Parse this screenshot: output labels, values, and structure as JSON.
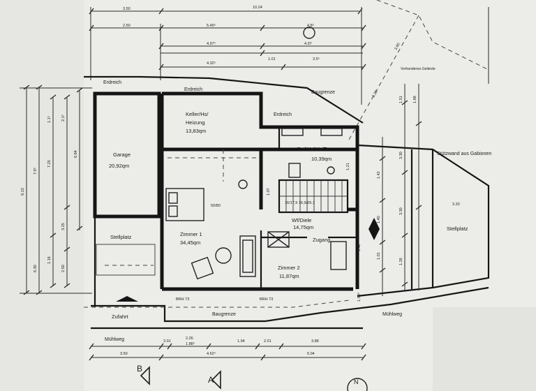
{
  "dimensions": {
    "top": [
      "3.50",
      "10.24",
      "2.50",
      "5.49⁵",
      "4.8⁵",
      "4.97⁵",
      "4.97",
      "1.01",
      "3.5⁵",
      "4.32⁵"
    ],
    "left": [
      "1.1⁵",
      "2.1⁵",
      "7.25",
      "1.16",
      "3.25",
      "2.50",
      "8.13",
      "6.30",
      "7.9⁵",
      "6.84"
    ],
    "bottom": [
      "2.01",
      "2.26",
      "1.88⁵",
      "1.94",
      "2.01",
      "3.88",
      "3.50",
      "4.62⁵",
      "5.04"
    ],
    "right": [
      "1.51",
      "1.88",
      "3.30",
      "3.30",
      "1.26",
      "1.42",
      "1.40",
      "1.01",
      "1.50⁵"
    ],
    "misc": [
      "3.90",
      "3.20",
      "3.20",
      "1.21",
      "1.42",
      "1.07",
      "50/80"
    ]
  },
  "rooms": {
    "garage_name": "Garage",
    "garage_area": "20,92qm",
    "keller_name": "Keller/Hs/",
    "keller_name2": "Heizung",
    "keller_area": "13,83qm",
    "du_name": "Du/Wc/Wa/Tr",
    "du_area": "10,39qm",
    "zimmer1_name": "Zimmer 1",
    "zimmer1_area": "34,45qm",
    "zimmer2_name": "Zimmer 2",
    "zimmer2_area": "11,87qm",
    "diele_name": "Wf/Diele",
    "diele_area": "14,75qm",
    "zugang": "Zugang",
    "stellplatz": "Stellplatz",
    "stellplatz_right": "Stellplatz",
    "zufahrt": "Zufahrt"
  },
  "labels": {
    "erdreich_1": "Erdreich",
    "erdreich_2": "Erdreich",
    "erdreich_3": "Erdreich",
    "baugrenze_top": "Baugrenze",
    "baugrenze_bottom": "Baugrenze",
    "fuehrwerk": "Vorhandenes Gelände",
    "stuetzwand": "Stützwand aus Gabionen",
    "muehlweg_left": "Mühlweg",
    "muehlweg_right": "Mühlweg",
    "brh_1": "BRH 73",
    "brh_2": "BRH 73",
    "steps": "16/17,9 16,9/29,7"
  },
  "section_marks": {
    "b": "B",
    "a": "A",
    "north": "N"
  }
}
